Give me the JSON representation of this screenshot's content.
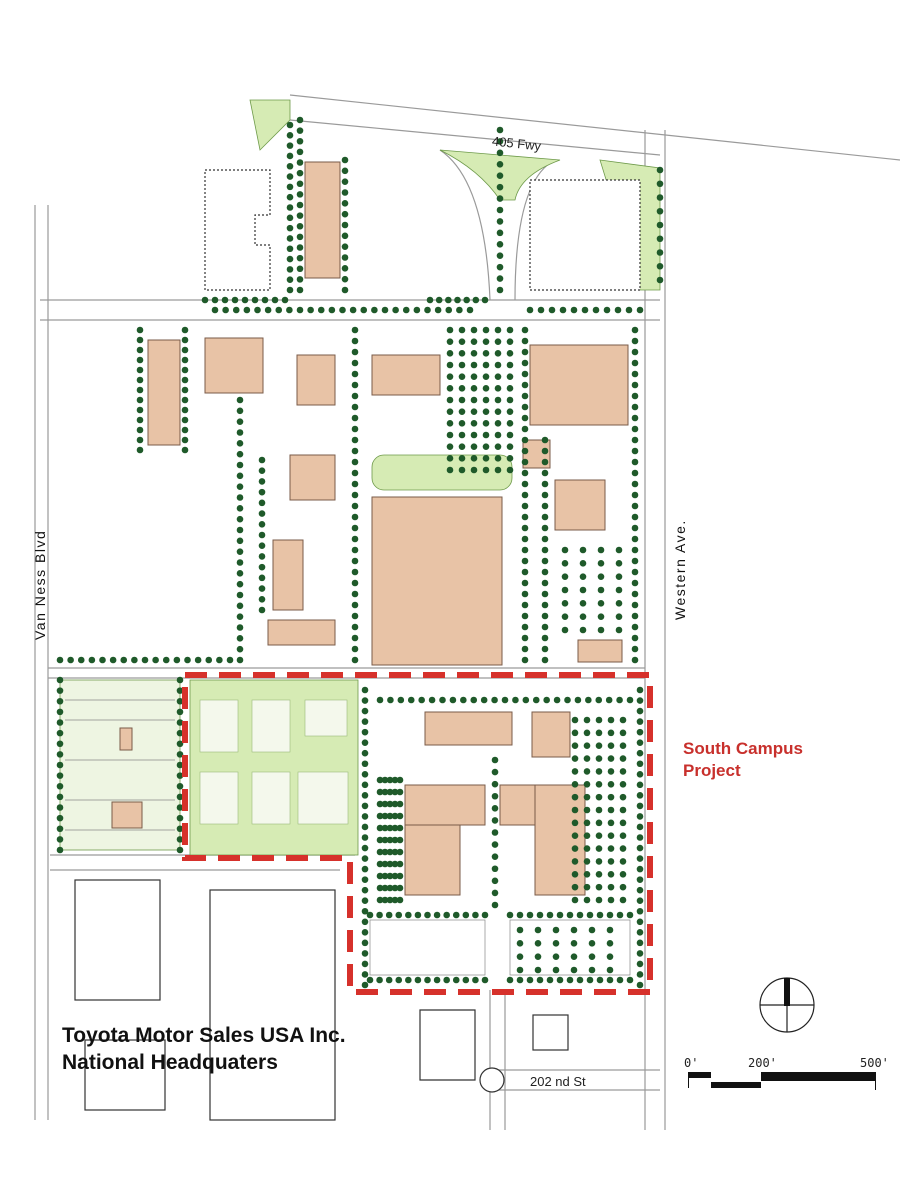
{
  "map": {
    "title_line1": "Toyota Motor Sales USA Inc.",
    "title_line2": "National Headquaters",
    "project_label_line1": "South Campus",
    "project_label_line2": "Project",
    "roads": {
      "freeway": "405 Fwy",
      "west": "Van Ness Blvd",
      "east": "Western Ave.",
      "south": "202 nd St"
    },
    "scale_bar": {
      "labels": [
        "0'",
        "200'",
        "500'"
      ]
    },
    "north_arrow": "north-arrow",
    "colors": {
      "building": "#e8c3a6",
      "building_stroke": "#7a5b48",
      "lawn": "#cfe6a8",
      "tree": "#1f5a2a",
      "boundary": "#d6312b",
      "road": "#9a9a9a"
    }
  }
}
